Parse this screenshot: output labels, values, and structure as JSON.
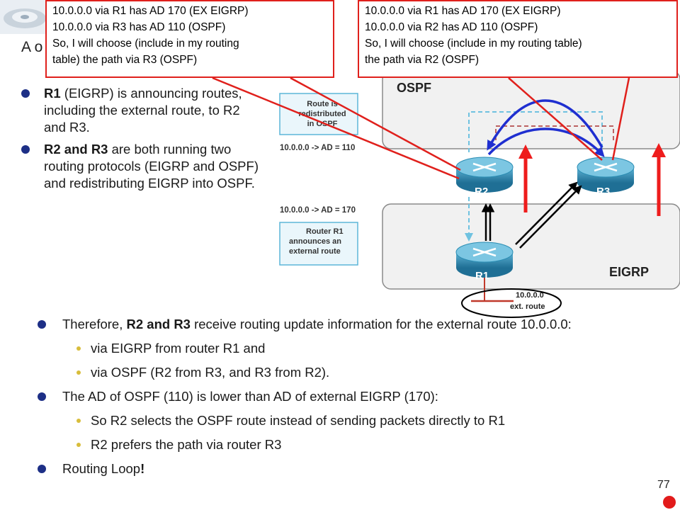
{
  "slide": {
    "title": "A o",
    "page_number": "77"
  },
  "callouts": {
    "left": [
      "10.0.0.0 via R1 has AD 170 (EX EIGRP)",
      "10.0.0.0 via R3 has AD 110 (OSPF)",
      "So, I will choose (include in my routing",
      "table) the path via R3 (OSPF)"
    ],
    "right": [
      "10.0.0.0 via R1 has AD 170 (EX EIGRP)",
      "10.0.0.0 via R2 has AD 110 (OSPF)",
      "So, I will choose (include in my routing table)",
      "the path via R2 (OSPF)"
    ]
  },
  "upper_bullets": [
    {
      "bold": "R1",
      "text": " (EIGRP) is announcing routes, including the external route, to R2 and R3."
    },
    {
      "bold": "R2 and R3",
      "text": " are both running two routing protocols (EIGRP and OSPF) and redistributing EIGRP into OSPF."
    }
  ],
  "diagram": {
    "ospf_label": "OSPF",
    "eigrp_label": "EIGRP",
    "note_top": [
      "Route is",
      "redistributed",
      "in OSPF"
    ],
    "note_bottom": [
      "Router R1",
      "announces an",
      "external route"
    ],
    "ad_ospf": "10.0.0.0 -> AD = 110",
    "ad_eigrp": "10.0.0.0 -> AD = 170",
    "router_r1": "R1",
    "router_r2": "R2",
    "router_r3": "R3",
    "network_line1": "10.0.0.0",
    "network_line2": "ext. route"
  },
  "lower": {
    "b1_pre": "Therefore, ",
    "b1_bold": "R2 and R3",
    "b1_post": " receive routing update information for the external route 10.0.0.0:",
    "s1": "via EIGRP from router R1 and",
    "s2": "via OSPF (R2 from R3, and R3 from R2).",
    "b2": "The AD of OSPF (110) is lower than AD of external EIGRP (170):",
    "s3": "So R2 selects the OSPF route instead of sending packets directly to R1",
    "s4": "R2 prefers the path via router R3",
    "b3_pre": "Routing Loop",
    "b3_bold": "!"
  },
  "colors": {
    "callout_border": "#e0201c",
    "bullet": "#1d2f86",
    "sub_bullet": "#d8bd3b",
    "router": "#2b8db3",
    "blue_arrow": "#1f2fd0",
    "red_arrow": "#ee1c1c"
  }
}
